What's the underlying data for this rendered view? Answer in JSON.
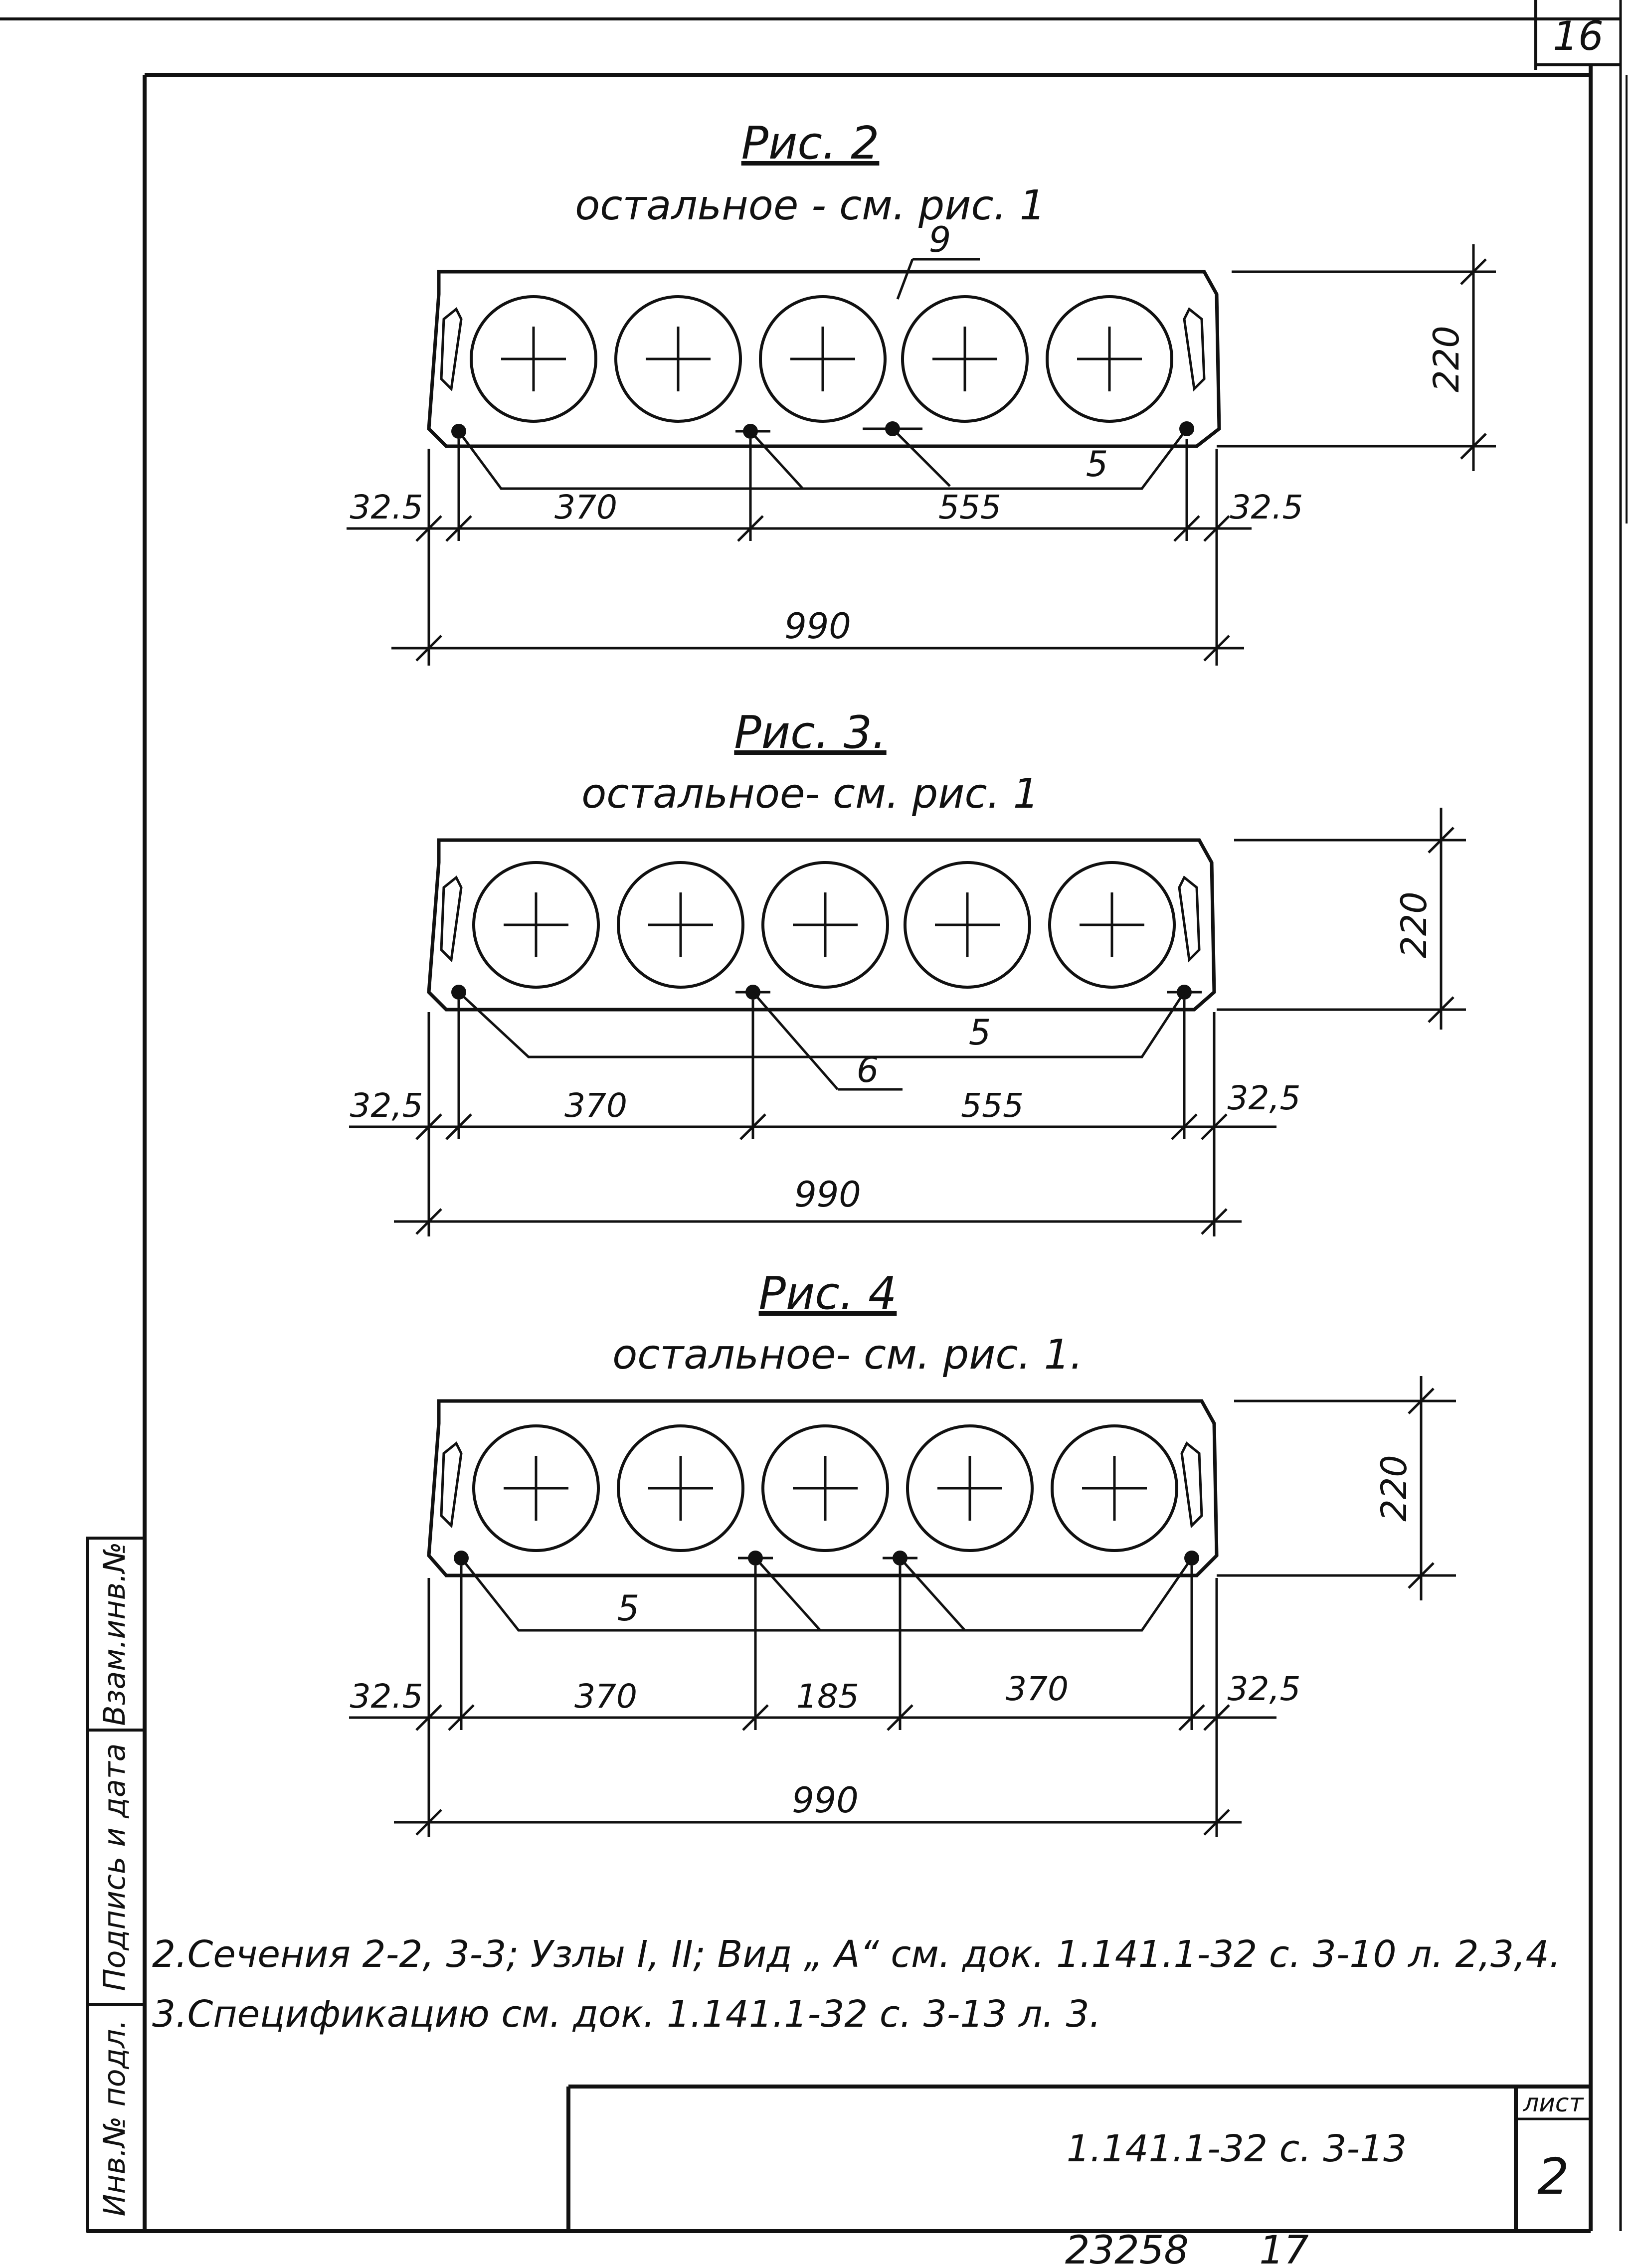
{
  "sheet_number": "16",
  "figures": [
    {
      "title": "Рис. 2",
      "subtitle": "остальное - см. рис. 1",
      "labels": {
        "callout_9": "9",
        "callout_5": "5",
        "height": "220"
      },
      "dims": {
        "edge_left": "32.5",
        "edge_right": "32.5",
        "seg_1": "370",
        "seg_2": "555",
        "overall": "990"
      }
    },
    {
      "title": "Рис. 3.",
      "subtitle": "остальное- см. рис. 1",
      "labels": {
        "callout_5": "5",
        "callout_6": "6",
        "height": "220"
      },
      "dims": {
        "edge_left": "32,5",
        "edge_right": "32,5",
        "seg_1": "370",
        "seg_2": "555",
        "overall": "990"
      }
    },
    {
      "title": "Рис. 4",
      "subtitle": "остальное- см. рис. 1.",
      "labels": {
        "callout_5": "5",
        "height": "220"
      },
      "dims": {
        "edge_left": "32.5",
        "edge_right": "32,5",
        "seg_1": "370",
        "seg_2": "185",
        "seg_3": "370",
        "overall": "990"
      }
    }
  ],
  "notes": [
    "2.Сечения 2-2, 3-3; Узлы I, II; Вид „ A“ см. док. 1.141.1-32 с. 3-10 л. 2,3,4.",
    "3.Спецификацию см. док. 1.141.1-32 с. 3-13 л. 3."
  ],
  "side_stamp": {
    "box_1": "Взам.инв.№",
    "box_2": "Подпись и дата",
    "box_3": "Инв.№ подл."
  },
  "title_block": {
    "doc_code": "1.141.1-32 с. 3-13",
    "sheet_label": "лист",
    "sheet_value": "2"
  },
  "footer": {
    "order_number": "23258",
    "page_number": "17"
  }
}
